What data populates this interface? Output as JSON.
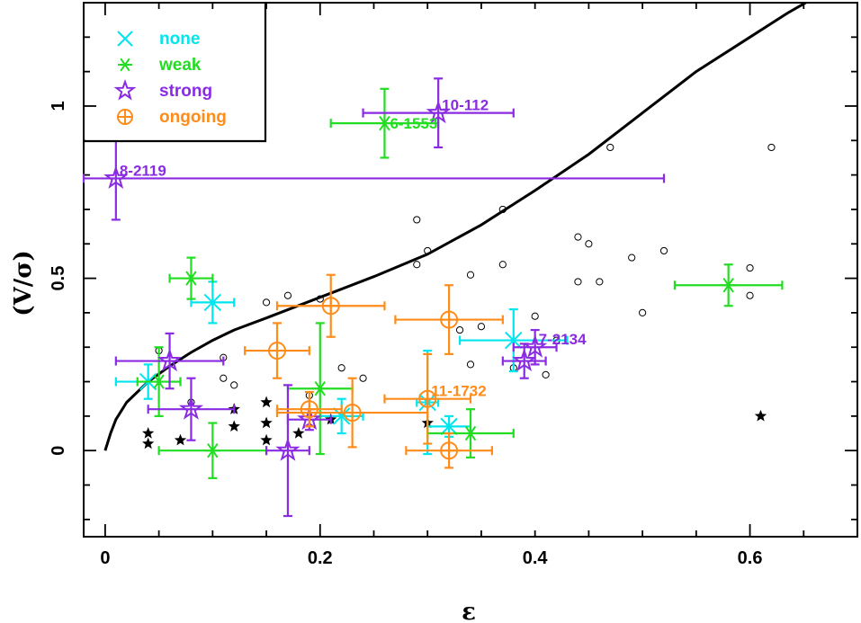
{
  "chart_data": {
    "type": "scatter",
    "xlabel": "ε",
    "ylabel": "(V/σ)",
    "xlim": [
      -0.02,
      0.7
    ],
    "ylim": [
      -0.25,
      1.3
    ],
    "xticks": [
      0,
      0.2,
      0.4,
      0.6
    ],
    "xtick_labels": [
      "0",
      "0.2",
      "0.4",
      "0.6"
    ],
    "yticks": [
      0,
      0.5,
      1
    ],
    "ytick_labels": [
      "0",
      "0.5",
      "1"
    ],
    "legend": {
      "placement": "top-left",
      "entries": [
        {
          "label": "none",
          "color": "#00e5ee",
          "marker": "x"
        },
        {
          "label": "weak",
          "color": "#22dd22",
          "marker": "asterisk"
        },
        {
          "label": "strong",
          "color": "#8a2be2",
          "marker": "star-open"
        },
        {
          "label": "ongoing",
          "color": "#ff8c1a",
          "marker": "circle-plus"
        }
      ]
    },
    "curve": {
      "description": "isotropic rotator line",
      "points": [
        [
          0,
          0
        ],
        [
          0.005,
          0.05
        ],
        [
          0.01,
          0.09
        ],
        [
          0.02,
          0.14
        ],
        [
          0.04,
          0.2
        ],
        [
          0.06,
          0.245
        ],
        [
          0.08,
          0.285
        ],
        [
          0.1,
          0.32
        ],
        [
          0.12,
          0.35
        ],
        [
          0.15,
          0.385
        ],
        [
          0.2,
          0.445
        ],
        [
          0.25,
          0.505
        ],
        [
          0.3,
          0.57
        ],
        [
          0.35,
          0.655
        ],
        [
          0.4,
          0.755
        ],
        [
          0.45,
          0.86
        ],
        [
          0.5,
          0.98
        ],
        [
          0.55,
          1.1
        ],
        [
          0.6,
          1.2
        ],
        [
          0.635,
          1.27
        ],
        [
          0.68,
          1.35
        ]
      ]
    },
    "comparison_open_circles": [
      [
        0.05,
        0.29
      ],
      [
        0.08,
        0.14
      ],
      [
        0.11,
        0.27
      ],
      [
        0.11,
        0.21
      ],
      [
        0.12,
        0.19
      ],
      [
        0.15,
        0.43
      ],
      [
        0.17,
        0.45
      ],
      [
        0.19,
        0.16
      ],
      [
        0.2,
        0.44
      ],
      [
        0.22,
        0.24
      ],
      [
        0.24,
        0.21
      ],
      [
        0.29,
        0.67
      ],
      [
        0.29,
        0.54
      ],
      [
        0.3,
        0.58
      ],
      [
        0.33,
        0.35
      ],
      [
        0.34,
        0.51
      ],
      [
        0.34,
        0.25
      ],
      [
        0.35,
        0.36
      ],
      [
        0.37,
        0.7
      ],
      [
        0.37,
        0.54
      ],
      [
        0.38,
        0.24
      ],
      [
        0.4,
        0.39
      ],
      [
        0.41,
        0.22
      ],
      [
        0.42,
        0.32
      ],
      [
        0.44,
        0.62
      ],
      [
        0.44,
        0.49
      ],
      [
        0.45,
        0.6
      ],
      [
        0.46,
        0.49
      ],
      [
        0.47,
        0.88
      ],
      [
        0.49,
        0.56
      ],
      [
        0.5,
        0.4
      ],
      [
        0.52,
        0.58
      ],
      [
        0.6,
        0.53
      ],
      [
        0.6,
        0.45
      ],
      [
        0.62,
        0.88
      ]
    ],
    "comparison_filled_stars": [
      [
        0.04,
        0.05
      ],
      [
        0.04,
        0.02
      ],
      [
        0.07,
        0.03
      ],
      [
        0.12,
        0.12
      ],
      [
        0.12,
        0.07
      ],
      [
        0.15,
        0.14
      ],
      [
        0.15,
        0.08
      ],
      [
        0.15,
        0.03
      ],
      [
        0.18,
        0.05
      ],
      [
        0.21,
        0.09
      ],
      [
        0.3,
        0.08
      ],
      [
        0.61,
        0.1
      ]
    ],
    "series": [
      {
        "name": "none",
        "points": [
          {
            "x": 0.04,
            "y": 0.2,
            "xerr": 0.03,
            "yerr": 0.05
          },
          {
            "x": 0.1,
            "y": 0.43,
            "xerr": 0.02,
            "yerr": 0.06
          },
          {
            "x": 0.22,
            "y": 0.1,
            "xerr": 0.02,
            "yerr": 0.05
          },
          {
            "x": 0.3,
            "y": 0.14,
            "xerr": 0.01,
            "yerr": 0.15
          },
          {
            "x": 0.32,
            "y": 0.07,
            "xerr": 0.02,
            "yerr": 0.03
          },
          {
            "x": 0.38,
            "y": 0.32,
            "xerr": 0.05,
            "yerr": 0.09
          }
        ]
      },
      {
        "name": "weak",
        "points": [
          {
            "x": 0.08,
            "y": 0.5,
            "xerr": 0.02,
            "yerr": 0.06
          },
          {
            "x": 0.05,
            "y": 0.2,
            "xerr": 0.02,
            "yerr": 0.1
          },
          {
            "x": 0.1,
            "y": 0.0,
            "xerr": 0.05,
            "yerr": 0.08
          },
          {
            "x": 0.2,
            "y": 0.18,
            "xerr": 0.03,
            "yerr": 0.19
          },
          {
            "x": 0.26,
            "y": 0.95,
            "xerr": 0.05,
            "yerr": 0.1
          },
          {
            "x": 0.34,
            "y": 0.05,
            "xerr": 0.04,
            "yerr": 0.07
          },
          {
            "x": 0.58,
            "y": 0.48,
            "xerr": 0.05,
            "yerr": 0.06
          }
        ]
      },
      {
        "name": "strong",
        "points": [
          {
            "x": 0.01,
            "y": 0.79,
            "xerr": [
              0.03,
              0.51
            ],
            "yerr": 0.12,
            "label": "8-2119"
          },
          {
            "x": 0.31,
            "y": 0.98,
            "xerr": 0.07,
            "yerr": 0.1,
            "label": "10-112"
          },
          {
            "x": 0.06,
            "y": 0.26,
            "xerr": 0.05,
            "yerr": 0.08
          },
          {
            "x": 0.08,
            "y": 0.12,
            "xerr": 0.04,
            "yerr": 0.09
          },
          {
            "x": 0.17,
            "y": 0.0,
            "xerr": 0.02,
            "yerr": 0.19
          },
          {
            "x": 0.19,
            "y": 0.09,
            "xerr": 0.02,
            "yerr": 0.03
          },
          {
            "x": 0.39,
            "y": 0.26,
            "xerr": 0.02,
            "yerr": 0.05
          },
          {
            "x": 0.4,
            "y": 0.3,
            "xerr": 0.02,
            "yerr": 0.05,
            "label": "7-2134"
          }
        ]
      },
      {
        "name": "ongoing",
        "points": [
          {
            "x": 0.16,
            "y": 0.29,
            "xerr": 0.03,
            "yerr": 0.08
          },
          {
            "x": 0.21,
            "y": 0.42,
            "xerr": 0.05,
            "yerr": 0.09
          },
          {
            "x": 0.19,
            "y": 0.12,
            "xerr": 0.03,
            "yerr": 0.05
          },
          {
            "x": 0.23,
            "y": 0.11,
            "xerr": 0.07,
            "yerr": 0.1
          },
          {
            "x": 0.3,
            "y": 0.15,
            "xerr": 0.04,
            "yerr": 0.13,
            "label": "11-1732"
          },
          {
            "x": 0.32,
            "y": 0.38,
            "xerr": 0.05,
            "yerr": 0.1
          },
          {
            "x": 0.32,
            "y": 0.0,
            "xerr": 0.04,
            "yerr": 0.05
          }
        ]
      }
    ],
    "extra_labels": [
      {
        "text": "6-1553",
        "x": 0.26,
        "y": 0.95,
        "color": "#22dd22"
      }
    ]
  }
}
